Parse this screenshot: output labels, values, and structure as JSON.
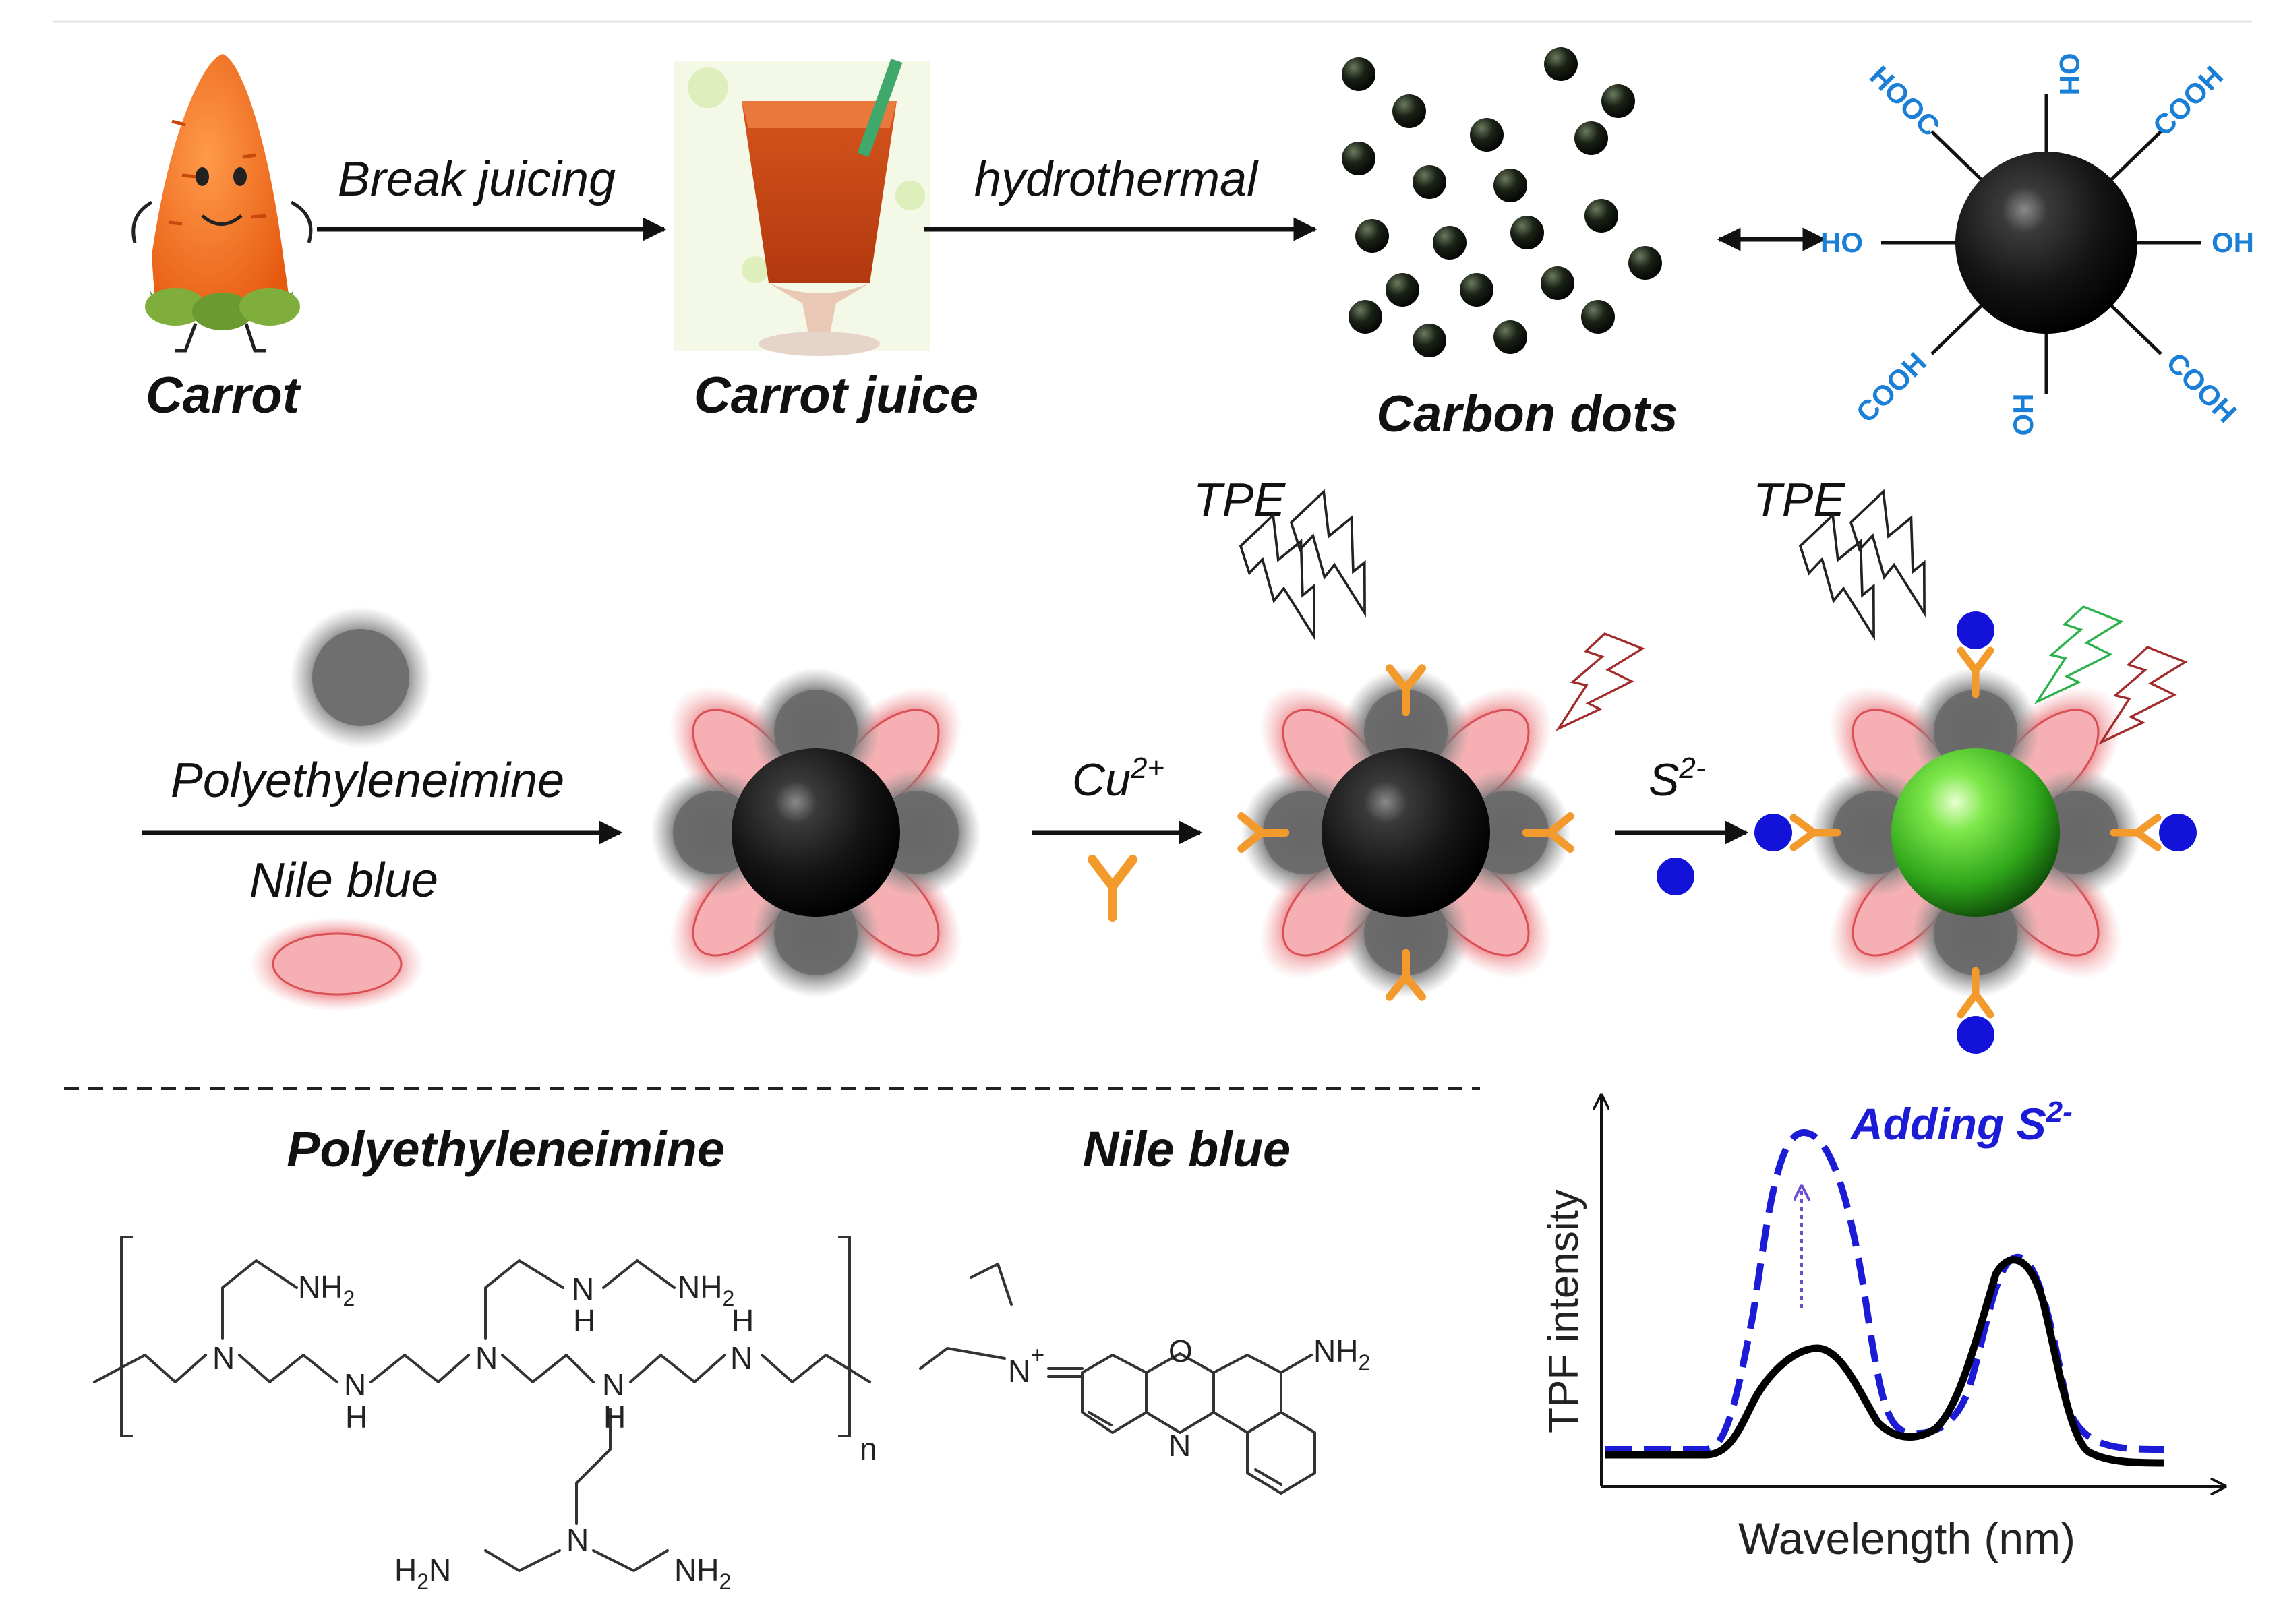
{
  "steps": {
    "carrot": "Carrot",
    "break_juicing": "Break juicing",
    "carrot_juice": "Carrot juice",
    "hydrothermal": "hydrothermal",
    "carbon_dots": "Carbon dots"
  },
  "surface_groups": {
    "top": "OH",
    "top_right": "COOH",
    "right": "OH",
    "bottom_right": "COOH",
    "bottom": "OH",
    "bottom_left": "COOH",
    "left": "HO",
    "top_left": "HOOC"
  },
  "probe": {
    "pei_label": "Polyethyleneimine",
    "nile_label": "Nile blue",
    "cu_label": "Cu",
    "cu_charge": "2+",
    "s_label": "S",
    "s_charge": "2-",
    "tpe_1": "TPE",
    "tpe_2": "TPE"
  },
  "structures": {
    "pei_title": "Polyethyleneimine",
    "nile_title": "Nile blue",
    "n_atom": "N",
    "nh_atom": "H",
    "nh2": "NH",
    "h2n": "H",
    "sub2": "2",
    "repeat_n": "n",
    "o_atom": "O",
    "plus": "+"
  },
  "spectrum": {
    "ylabel": "TPF intensity",
    "xlabel": "Wavelength (nm)",
    "annotation": "Adding S",
    "annotation_charge": "2-",
    "colors": {
      "before": "#000000",
      "after": "#1c1cd6",
      "arrow": "#6a4dd0"
    }
  },
  "colors": {
    "arrow": "#111111",
    "group_text": "#1a7fd6",
    "linker": "#f39a2c",
    "sulfide": "#1212d9",
    "core_green": "#4fd12a",
    "nile": "#f4a3a6",
    "pei": "#7a7a7a"
  }
}
